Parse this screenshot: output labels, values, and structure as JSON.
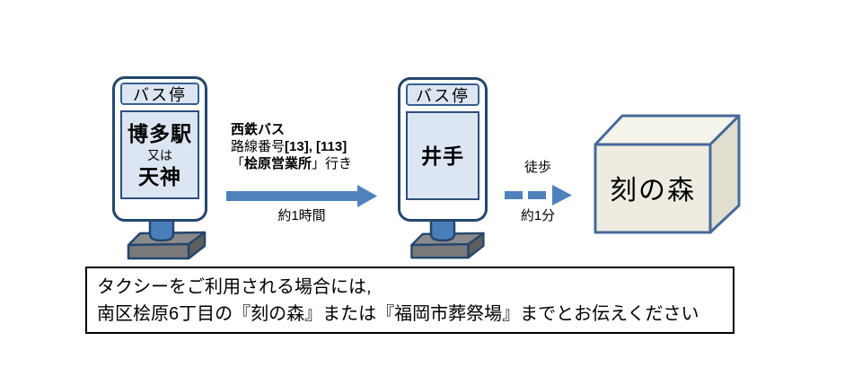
{
  "colors": {
    "accent_blue": "#4f81bd",
    "dark_navy": "#24466e",
    "panel_blue": "#dce6f2",
    "header_border": "#365f91",
    "panel_border": "#2e4d7b",
    "post_blue": "#4a7ebb",
    "base_top_gray": "#8a8a8a",
    "base_front_gray": "#7a7a7a",
    "base_side_gray": "#5e5e5e",
    "box_border": "#466a9a",
    "box_front": "#eeece0",
    "box_top": "#f5f4ea",
    "box_side": "#e1decf",
    "note_border": "#000000"
  },
  "bus_stop_1": {
    "header": "バス停",
    "station_line1": "博多駅",
    "station_line2": "又は",
    "station_line3": "天神"
  },
  "route": {
    "operator": "西鉄バス",
    "route_label": "路線番号",
    "route_numbers": "[13], [113]",
    "bound_open": "「",
    "bound_name": "桧原営業所",
    "bound_close": "」行き",
    "duration": "約1時間"
  },
  "bus_stop_2": {
    "header": "バス停",
    "station": "井手"
  },
  "walk": {
    "label": "徒歩",
    "duration": "約1分"
  },
  "destination": {
    "name": "刻の森"
  },
  "taxi_note": {
    "line1": "タクシーをご利用される場合には,",
    "line2": "南区桧原6丁目の『刻の森』または『福岡市葬祭場』までとお伝えください"
  }
}
